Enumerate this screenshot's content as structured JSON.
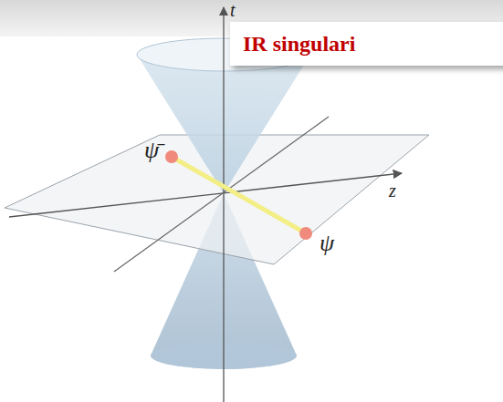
{
  "diagram": {
    "nodes": [
      {
        "text": [
          "IR singulari"
        ]
      }
    ],
    "labels": [
      "t",
      "z",
      "ψ̄",
      "ψ"
    ]
  }
}
